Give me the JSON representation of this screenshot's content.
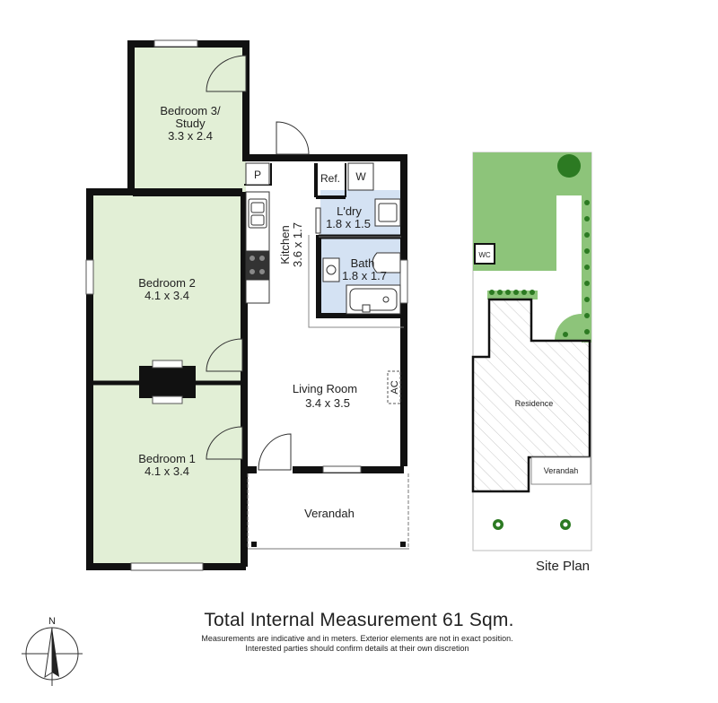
{
  "rooms": {
    "bedroom3": {
      "name": "Bedroom 3/",
      "name2": "Study",
      "size": "3.3 x 2.4"
    },
    "bedroom2": {
      "name": "Bedroom 2",
      "size": "4.1 x 3.4"
    },
    "bedroom1": {
      "name": "Bedroom 1",
      "size": "4.1 x 3.4"
    },
    "kitchen": {
      "name": "Kitchen",
      "size": "3.6 x 1.7"
    },
    "laundry": {
      "name": "L'dry",
      "size": "1.8 x 1.5"
    },
    "bath": {
      "name": "Bath",
      "size": "1.8 x 1.7"
    },
    "living": {
      "name": "Living Room",
      "size": "3.4 x 3.5"
    },
    "verandah": {
      "name": "Verandah"
    }
  },
  "fixtures": {
    "pantry": "P",
    "fridge": "Ref.",
    "washer": "W",
    "aircon": "AC"
  },
  "site_plan": {
    "title": "Site Plan",
    "wc": "WC",
    "residence": "Residence",
    "verandah": "Verandah"
  },
  "compass": {
    "north": "N"
  },
  "footer": {
    "total": "Total Internal Measurement 61 Sqm.",
    "note1": "Measurements are indicative and in meters. Exterior elements are not in exact position.",
    "note2": "Interested parties should confirm details at their own discretion"
  },
  "colors": {
    "room_fill": "#e2efd6",
    "wet_fill": "#d4e2f3",
    "wall": "#111111",
    "lawn": "#8dc47a",
    "tree": "#2c7a22"
  }
}
